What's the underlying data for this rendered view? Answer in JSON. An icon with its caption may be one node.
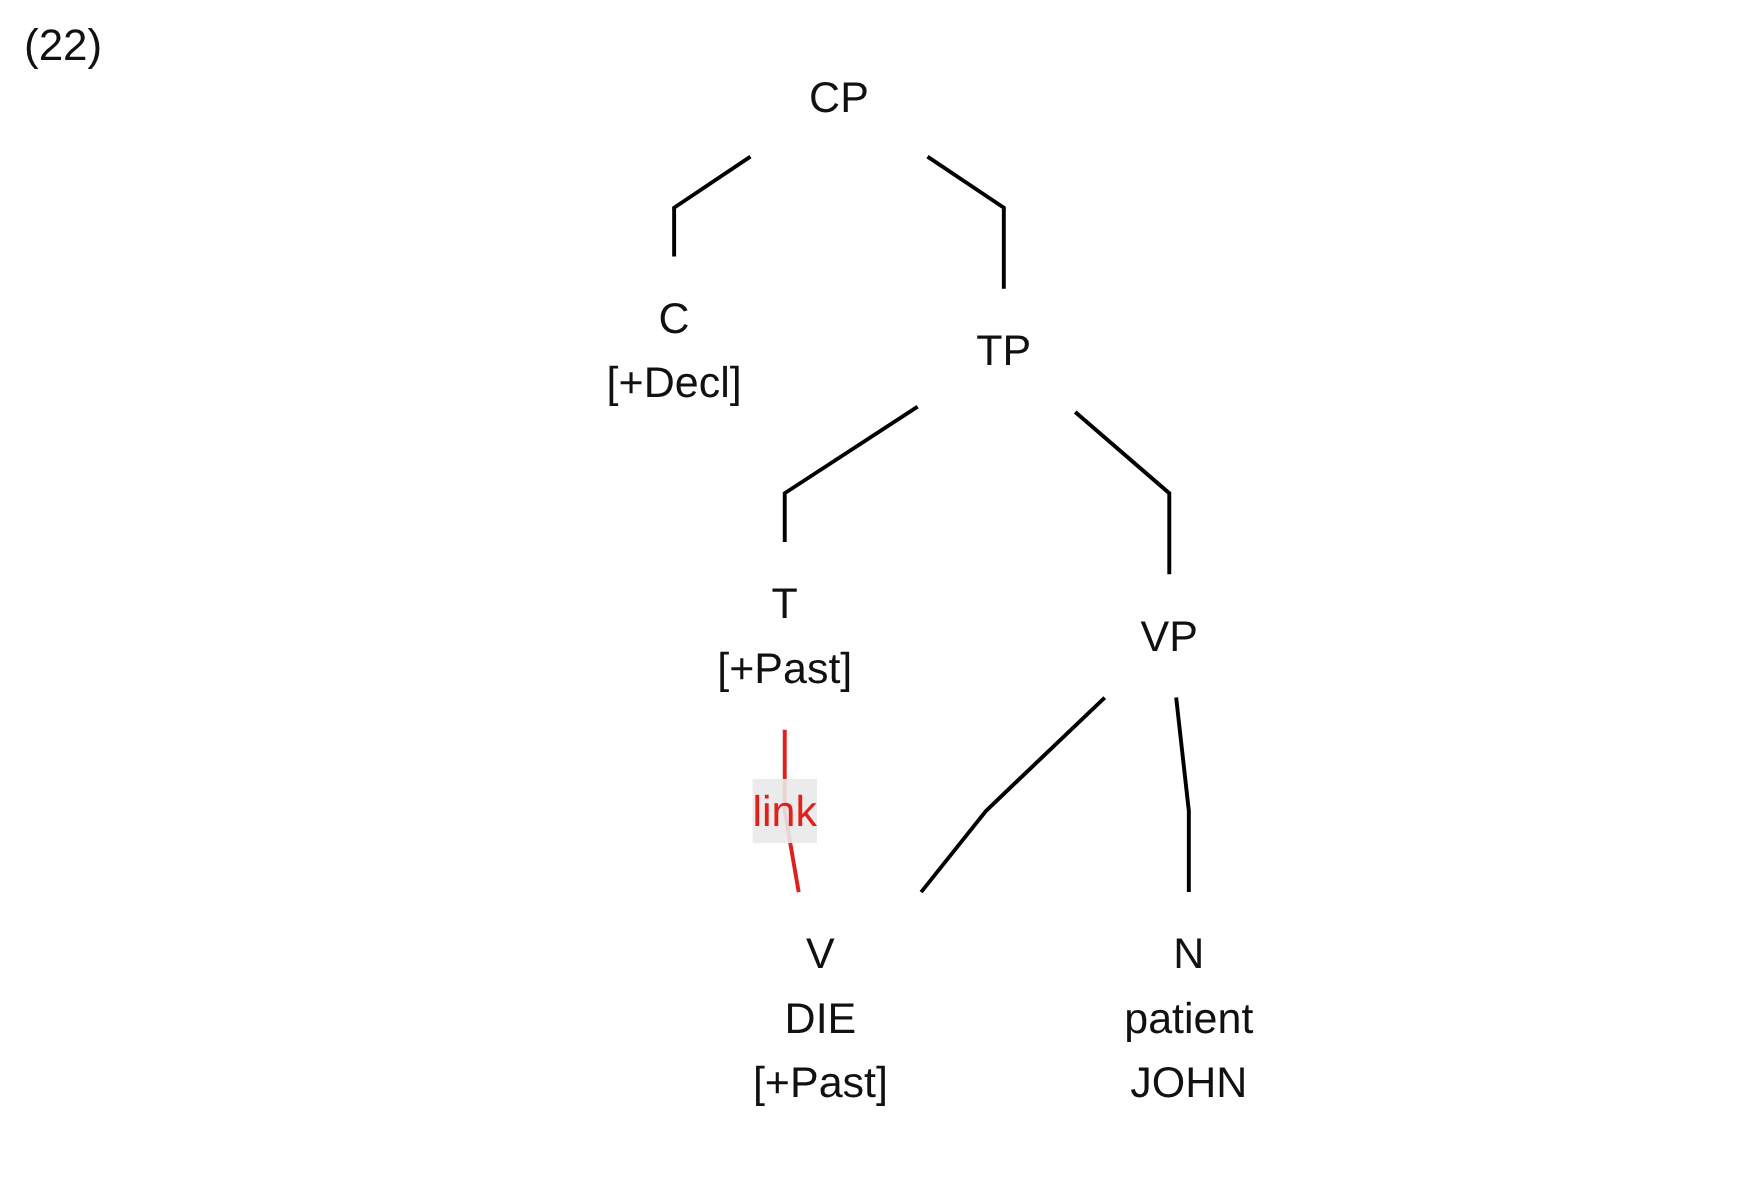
{
  "diagram": {
    "nodes": [
      {
        "text": [
          "CP"
        ]
      },
      {
        "text": [
          "C",
          "[+Decl]"
        ]
      },
      {
        "text": [
          "TP"
        ]
      },
      {
        "text": [
          "T",
          "[+Past]"
        ]
      },
      {
        "text": [
          "VP"
        ]
      },
      {
        "text": [
          "V",
          "DIE",
          "[+Past]"
        ]
      },
      {
        "text": [
          "N",
          "patient",
          "JOHN"
        ]
      }
    ],
    "edges": [
      {
        "from": 0,
        "to": 1,
        "arrow": "none"
      },
      {
        "from": 0,
        "to": 2,
        "arrow": "none"
      },
      {
        "from": 2,
        "to": 3,
        "arrow": "none"
      },
      {
        "from": 2,
        "to": 4,
        "arrow": "none"
      },
      {
        "from": 4,
        "to": 5,
        "arrow": "none"
      },
      {
        "from": 4,
        "to": 6,
        "arrow": "none"
      },
      {
        "from": 3,
        "to": 5,
        "arrow": "none",
        "label": "link",
        "color": "#e0201c"
      }
    ],
    "labels": [
      "(22)"
    ]
  }
}
